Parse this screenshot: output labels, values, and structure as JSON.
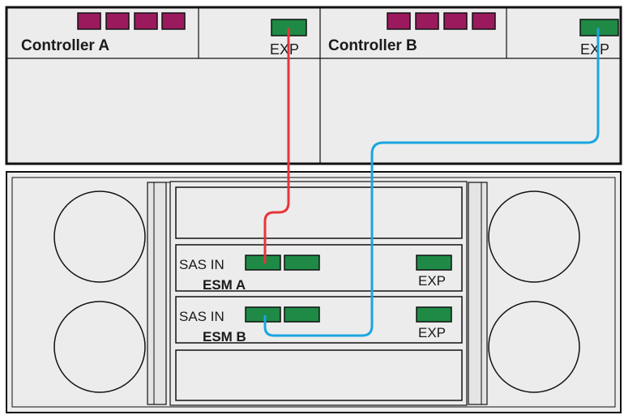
{
  "controller_shelf": {
    "controllers": [
      {
        "label": "Controller A",
        "port_label": "EXP"
      },
      {
        "label": "Controller B",
        "port_label": "EXP"
      }
    ]
  },
  "drive_shelf": {
    "esms": [
      {
        "label": "ESM A",
        "in_label": "SAS IN",
        "exp_label": "EXP"
      },
      {
        "label": "ESM B",
        "in_label": "SAS IN",
        "exp_label": "EXP"
      }
    ]
  },
  "cables": [
    {
      "from": "Controller A EXP",
      "to": "ESM A SAS IN",
      "color": "#e8343a"
    },
    {
      "from": "Controller B EXP",
      "to": "ESM B SAS IN",
      "color": "#1aa6e0"
    }
  ],
  "colors": {
    "host_port": "#9b1a5e",
    "sas_port": "#1e8a46",
    "chassis_fill": "#ececec",
    "chassis_stroke": "#111111"
  }
}
